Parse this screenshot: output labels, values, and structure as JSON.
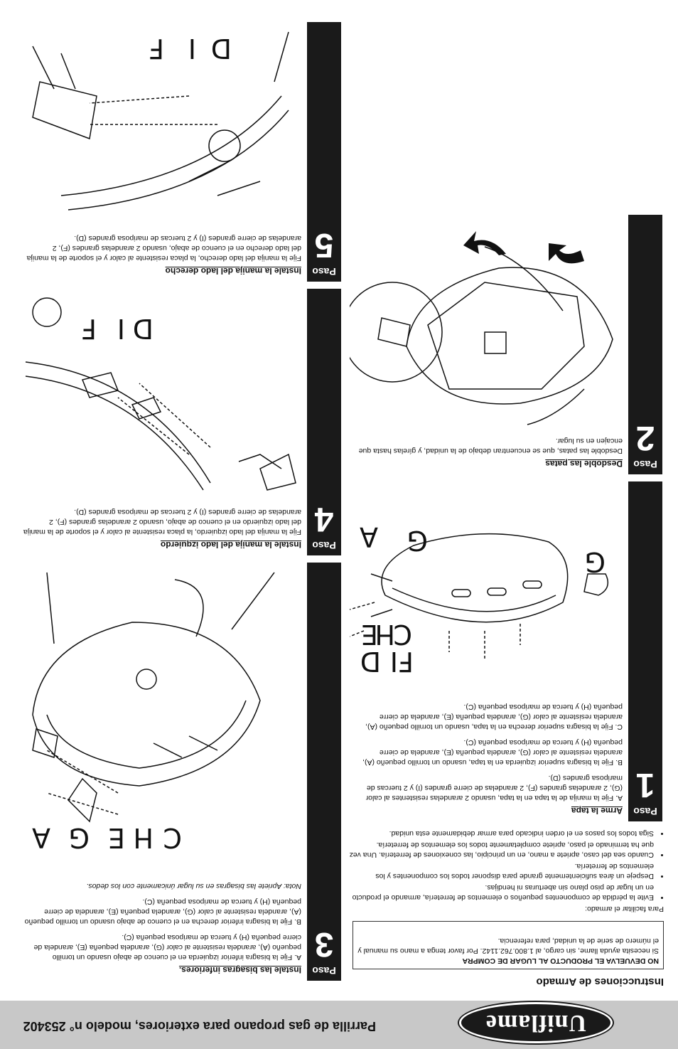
{
  "header": {
    "brand": "Uniflame",
    "title": "Parrilla de gas propano para exteriores, modelo n° 253402"
  },
  "instructions": {
    "title": "Instrucciones de Armado",
    "notice_heading": "NO DEVUELVA EL PRODUCTO AL LUGAR DE COMPRA",
    "notice_body": "Si necesita ayuda llame, sin cargo, al 1.800.762.1142. Por favor tenga a mano su manual y el número de serie de la unidad, para referencia.",
    "intro": "Para facilitar el armado:",
    "bullets": [
      "Evite la pérdida de componentes pequeños o elementos de ferretería, armando el producto en un lugar de piso plano sin aberturas ni hendijas.",
      "Despeje un área suficientemente grande para disponer todos los componentes y los elementos de ferretería.",
      "Cuando sea del caso, apriete a mano, en un principio, las conexiones de ferretería. Una vez que ha terminado el paso, apriete completamente todos los elementos de ferretería.",
      "Siga todos los pasos en el orden indicado para armar debidamente esta unidad."
    ]
  },
  "steps": {
    "label": "Paso",
    "s1": {
      "number": "1",
      "title": "Arme la tapa",
      "a": "A. Fije la manija de la tapa en la tapa, usando 2 arandelas resistentes al calor (G), 2 arandelas grandes (F), 2 arandelas de cierre grandes (I) y 2 tuercas de mariposa grandes (D).",
      "b": "B. Fije la bisagra superior izquierda en la tapa, usando un tornillo pequeño (A), arandela resistente al calor (G), arandela pequeña (E), arandela de cierre pequeña (H) y tuerca de mariposa pequeña (C).",
      "c": "C. Fije la bisagra superior derecha en la tapa, usando un tornillo pequeño (A), arandela resistente al calor (G), arandela pequeña (E), arandela de cierre pequeña (H) y tuerca de mariposa pequeña (C).",
      "labels": [
        "F",
        "I",
        "D",
        "C",
        "H",
        "E",
        "G",
        "A",
        "G"
      ]
    },
    "s2": {
      "number": "2",
      "title": "Desdoble las patas",
      "text": "Desdoble las patas, que se encuentran debajo de la unidad, y gírelas hasta que encajen en su lugar."
    },
    "s3": {
      "number": "3",
      "title": "Instale las bisagras inferiores.",
      "a": "A. Fije la bisagra inferior izquierda en el cuenco de abajo usando un tornillo pequeño (A), arandela resistente al calor (G), arandela pequeña (E), arandela de cierre pequeña (H) y tuerca de mariposa pequeña (C).",
      "b": "B. Fije la bisagra inferior derecha en el cuenco de abajo usando un tornillo pequeño (A), arandela resistente al calor (G), arandela pequeña (E), arandela de cierre pequeña (H) y tuerca de mariposa pequeña (C).",
      "note": "Nota: Apriete las bisagras en su lugar únicamente con los dedos.",
      "labels": [
        "C",
        "H",
        "E",
        "G",
        "A"
      ]
    },
    "s4": {
      "number": "4",
      "title": "Instale la manija del lado izquierdo",
      "text": "Fije la manija del lado izquierdo, la placa resistente al calor y el soporte de la manija del lado izquierdo en el cuenco de abajo, usando 2 arandelas grandes (F), 2 arandelas de cierre grandes (I) y 2 tuercas de mariposa grandes (D).",
      "labels": [
        "D",
        "I",
        "F"
      ]
    },
    "s5": {
      "number": "5",
      "title": "Instale la manija del lado derecho",
      "text": "Fije la manija del lado derecho, la placa resistente al calor y el soporte de la manija del lado derecho en el cuenco de abajo, usando 2 arandelas grandes (F), 2 arandelas de cierre grandes (I) y 2 tuercas de mariposa grandes (D).",
      "labels": [
        "D",
        "I",
        "F"
      ]
    }
  }
}
